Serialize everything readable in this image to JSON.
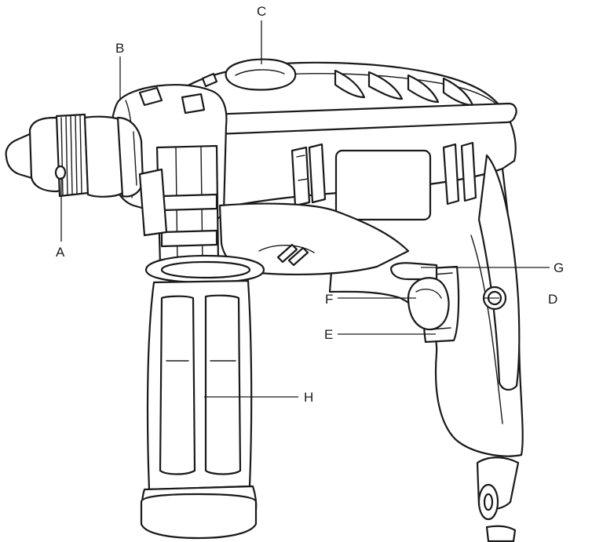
{
  "labels": {
    "A": "A",
    "B": "B",
    "C": "C",
    "D": "D",
    "E": "E",
    "F": "F",
    "G": "G",
    "H": "H"
  },
  "colors": {
    "line": "#1a1a1a",
    "background": "#ffffff",
    "accent_fill": "#d9d9d9"
  }
}
